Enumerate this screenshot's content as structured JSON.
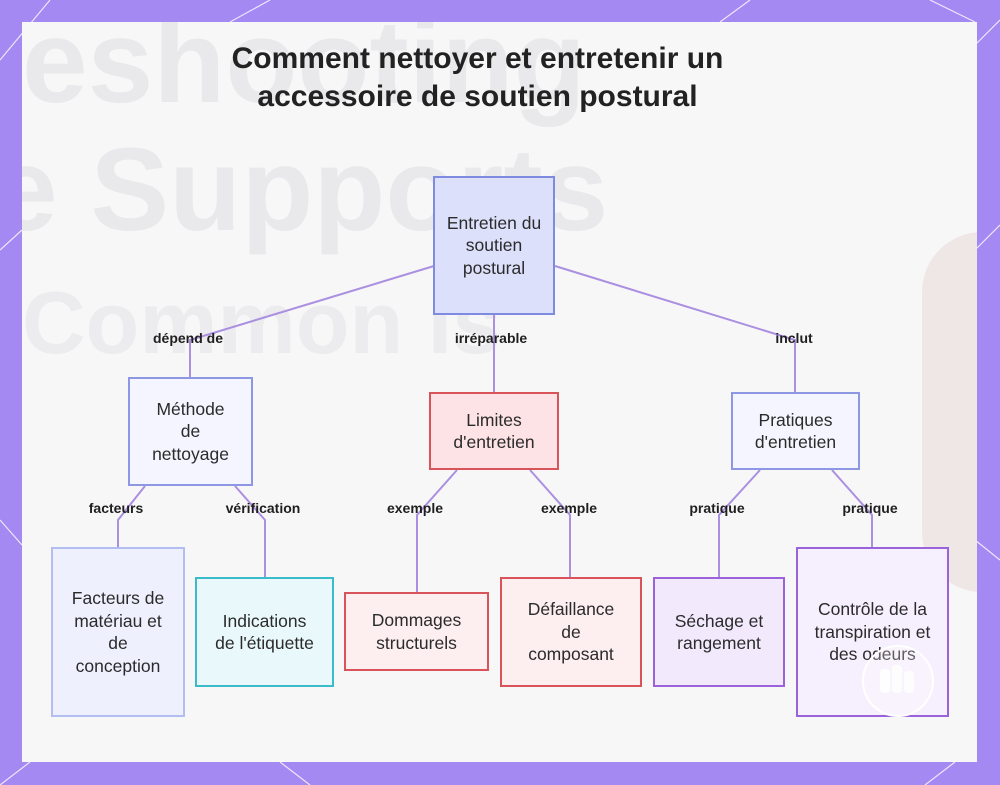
{
  "title": "Comment nettoyer et entretenir un accessoire de soutien postural",
  "colors": {
    "frame": "#a489f2",
    "root": "#7f8be0",
    "blue_branch": "#8d97e3",
    "red_branch": "#d9535b",
    "cyan_leaf": "#3bbccb",
    "purple_branch": "#9b63d9",
    "edge": "#ab8fe0"
  },
  "nodes": {
    "root": "Entretien du soutien postural",
    "cleaning_method": "Méthode de nettoyage",
    "maintenance_limits": "Limites d'entretien",
    "maintenance_practices": "Pratiques d'entretien",
    "material_factors": "Facteurs de matériau et de conception",
    "label_instructions": "Indications de l'étiquette",
    "structural_damage": "Dommages structurels",
    "component_failure": "Défaillance de composant",
    "drying_storage": "Séchage et rangement",
    "sweat_odor_control": "Contrôle de la transpiration et des odeurs"
  },
  "edges": {
    "depends_on": "dépend de",
    "irreparable": "irréparable",
    "includes": "inclut",
    "factors": "facteurs",
    "verification": "vérification",
    "example_1": "exemple",
    "example_2": "exemple",
    "practice_1": "pratique",
    "practice_2": "pratique"
  },
  "icons": {
    "logo": "brand-logo-icon"
  }
}
